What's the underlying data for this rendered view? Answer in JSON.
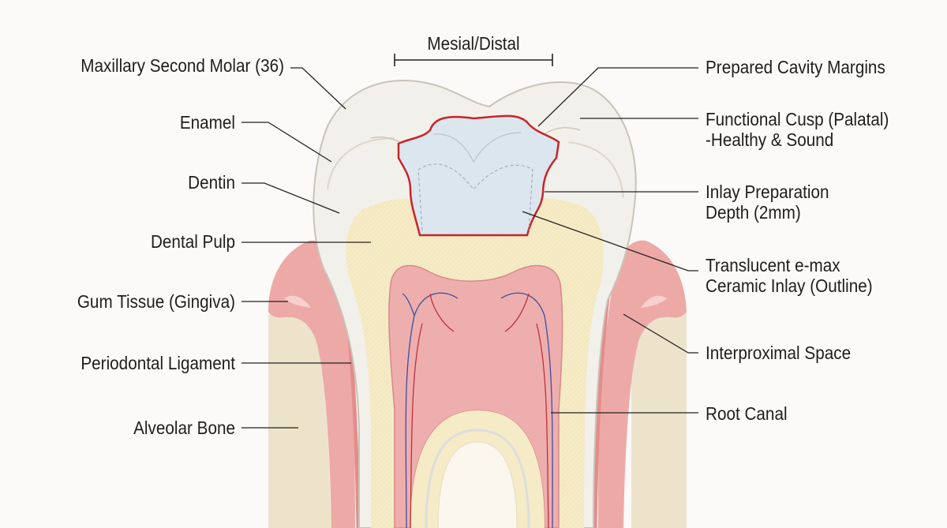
{
  "diagram": {
    "top_label": "Mesial/Distal",
    "left_labels": [
      "Maxillary Second Molar (36)",
      "Enamel",
      "Dentin",
      "Dental Pulp",
      "Gum Tissue (Gingiva)",
      "Periodontal Ligament",
      "Alveolar Bone"
    ],
    "right_labels": [
      [
        "Prepared Cavity Margins"
      ],
      [
        "Functional Cusp (Palatal)",
        "-Healthy & Sound"
      ],
      [
        "Inlay Preparation",
        "Depth (2mm)"
      ],
      [
        "Translucent e-max",
        "Ceramic Inlay (Outline)"
      ],
      [
        "Interproximal Space"
      ],
      [
        "Root Canal"
      ]
    ]
  },
  "colors": {
    "enamel": "#f2f0ea",
    "dentin": "#f5ebc6",
    "pulp": "#eeaeae",
    "gingiva": "#eda9a6",
    "bone": "#ede3cb",
    "inlay": "#dbe6ee",
    "margin": "#c8242a",
    "leader": "#222222"
  }
}
